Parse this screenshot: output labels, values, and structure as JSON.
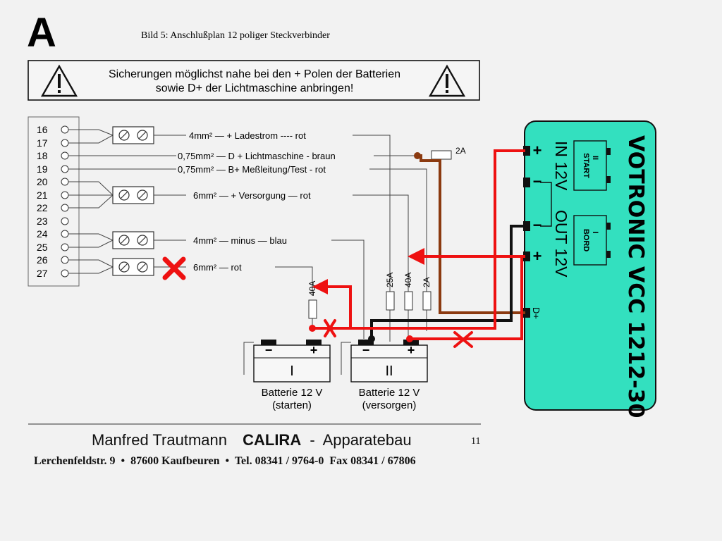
{
  "page_letter": "A",
  "caption": "Bild 5: Anschlußplan 12 poliger Steckverbinder",
  "warning": {
    "line1": "Sicherungen möglichst nahe bei den + Polen der Batterien",
    "line2": "sowie D+ der Lichtmaschine anbringen!"
  },
  "pins": [
    "16",
    "17",
    "18",
    "19",
    "20",
    "21",
    "22",
    "23",
    "24",
    "25",
    "26",
    "27"
  ],
  "wires": {
    "w1": {
      "size": "4mm²",
      "dash1": "—",
      "name": "+ Ladestrom",
      "dash2": "----",
      "color": "rot"
    },
    "w2": {
      "size": "0,75mm²",
      "dash1": "—",
      "name": "D + Lichtmaschine",
      "dash2": "-",
      "color": "braun"
    },
    "w3": {
      "size": "0,75mm²",
      "dash1": "—",
      "name": "B+ Meßleitung/Test",
      "dash2": "-",
      "color": "rot"
    },
    "w4": {
      "size": "6mm²",
      "dash1": "—",
      "name": "+ Versorgung",
      "dash2": "—",
      "color": "rot"
    },
    "w5": {
      "size": "4mm²",
      "dash1": "—",
      "name": "minus",
      "dash2": "—",
      "color": "blau"
    },
    "w6": {
      "size": "6mm²",
      "dash1": "—",
      "name": "",
      "dash2": "",
      "color": "rot"
    }
  },
  "fuses": {
    "f2a_top": "2A",
    "f40a_left": "40A",
    "f25a": "25A",
    "f40a": "40A",
    "f2a": "2A"
  },
  "battery1": {
    "roman": "I",
    "minus": "−",
    "plus": "+",
    "label": "Batterie 12 V",
    "sub": "(starten)"
  },
  "battery2": {
    "roman": "II",
    "minus": "−",
    "plus": "+",
    "label": "Batterie 12 V",
    "sub": "(versorgen)"
  },
  "device": {
    "title": "VOTRONIC VCC 1212-30",
    "in_label": "IN 12V",
    "out_label": "OUT 12V",
    "start_roman": "II",
    "start_word": "START",
    "bord_roman": "I",
    "bord_word": "BORD",
    "term_plus_in": "+",
    "term_minus_in": "−",
    "term_minus_out": "−",
    "term_plus_out": "+",
    "term_dplus": "D+"
  },
  "footer": {
    "name": "Manfred Trautmann",
    "brand": "CALIRA",
    "sep": "-",
    "company": "Apparatebau",
    "page": "11",
    "address": "Lerchenfeldstr. 9  •  87600 Kaufbeuren  •  Tel. 08341 / 9764-0  Fax 08341 / 67806"
  },
  "colors": {
    "device_fill": "#33e0bf",
    "red": "#ee1111",
    "brown": "#8b3a10",
    "black": "#111111"
  }
}
